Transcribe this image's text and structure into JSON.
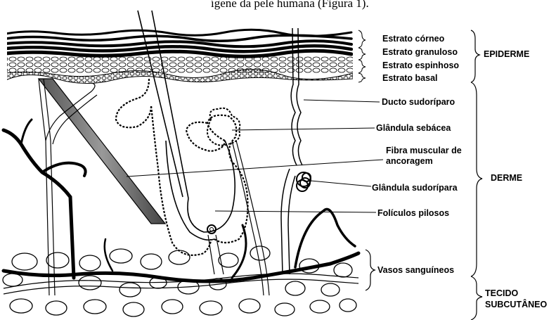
{
  "caption_fragment": "ígene da pele humana (Figura 1).",
  "layers": [
    {
      "id": "corneo",
      "label": "Estrato córneo"
    },
    {
      "id": "granuloso",
      "label": "Estrato granuloso"
    },
    {
      "id": "espinhoso",
      "label": "Estrato espinhoso"
    },
    {
      "id": "basal",
      "label": "Estrato basal"
    }
  ],
  "structures": [
    {
      "id": "ducto",
      "label": "Ducto sudoríparo"
    },
    {
      "id": "sebacea",
      "label": "Glândula sebácea"
    },
    {
      "id": "fibra",
      "label": "Fibra muscular de ancoragem"
    },
    {
      "id": "sudoripara",
      "label": "Glândula sudorípara"
    },
    {
      "id": "foliculos",
      "label": "Folículos pilosos"
    },
    {
      "id": "vasos",
      "label": "Vasos sanguíneos"
    }
  ],
  "groups": [
    {
      "id": "epiderme",
      "label": "EPIDERME"
    },
    {
      "id": "derme",
      "label": "DERME"
    },
    {
      "id": "tecido",
      "label": "TECIDO SUBCUTÂNEO"
    }
  ]
}
